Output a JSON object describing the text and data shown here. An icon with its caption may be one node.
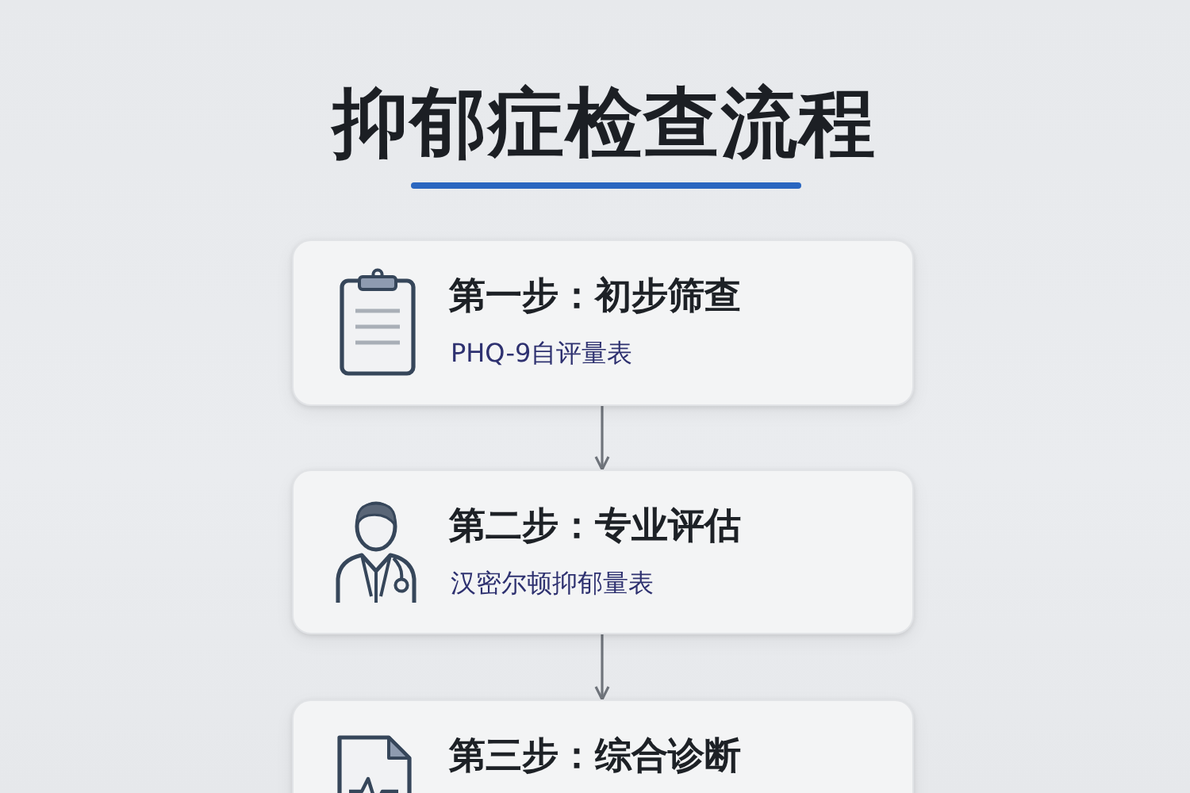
{
  "diagram": {
    "title": "抑郁症检查流程",
    "nodes": [
      {
        "text": [
          "第一步：初步筛查",
          "PHQ-9自评量表"
        ]
      },
      {
        "text": [
          "第二步：专业评估",
          "汉密尔顿抑郁量表"
        ]
      },
      {
        "text": [
          "第三步：综合诊断"
        ]
      }
    ],
    "edges": [
      {
        "from": 0,
        "to": 1,
        "arrow": "to"
      },
      {
        "from": 1,
        "to": 2,
        "arrow": "to"
      }
    ]
  }
}
